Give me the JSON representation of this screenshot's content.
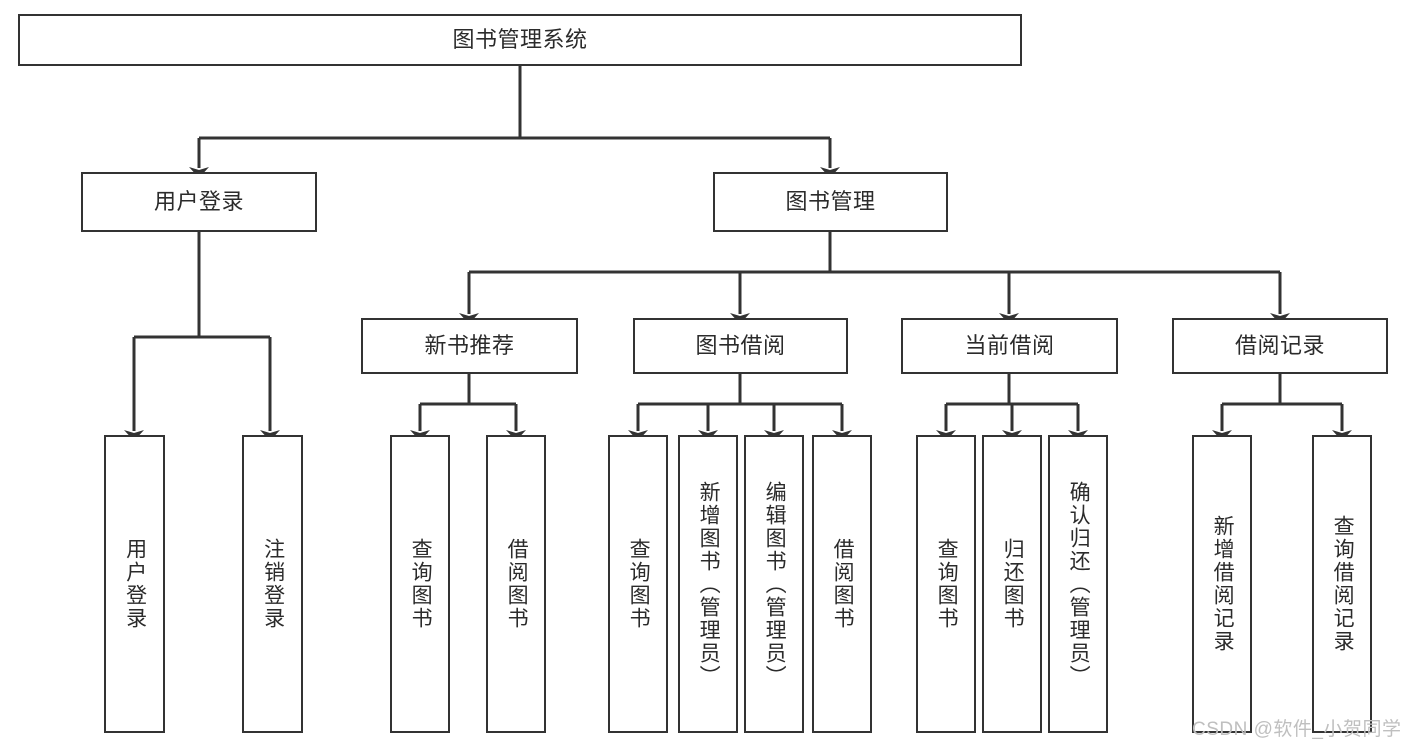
{
  "diagram": {
    "title": "图书管理系统",
    "type": "hierarchy-tree",
    "line_color": "#333333",
    "box_fill": "#ffffff",
    "text_color": "#2b2b2b",
    "background": "#ffffff"
  },
  "nodes": {
    "root": {
      "label": "图书管理系统"
    },
    "level1": [
      {
        "label": "用户登录"
      },
      {
        "label": "图书管理"
      }
    ],
    "level2": [
      {
        "label": "新书推荐"
      },
      {
        "label": "图书借阅"
      },
      {
        "label": "当前借阅"
      },
      {
        "label": "借阅记录"
      }
    ],
    "leaves_user_login": [
      {
        "label": "用户登录"
      },
      {
        "label": "注销登录"
      }
    ],
    "leaves_new_book": [
      {
        "label": "查询图书"
      },
      {
        "label": "借阅图书"
      }
    ],
    "leaves_borrow": [
      {
        "label": "查询图书"
      },
      {
        "label": "新增图书（管理员）"
      },
      {
        "label": "编辑图书（管理员）"
      },
      {
        "label": "借阅图书"
      }
    ],
    "leaves_current": [
      {
        "label": "查询图书"
      },
      {
        "label": "归还图书"
      },
      {
        "label": "确认归还（管理员）"
      }
    ],
    "leaves_records": [
      {
        "label": "新增借阅记录"
      },
      {
        "label": "查询借阅记录"
      }
    ]
  },
  "watermark": {
    "text": "CSDN @软件_小贺同学"
  }
}
